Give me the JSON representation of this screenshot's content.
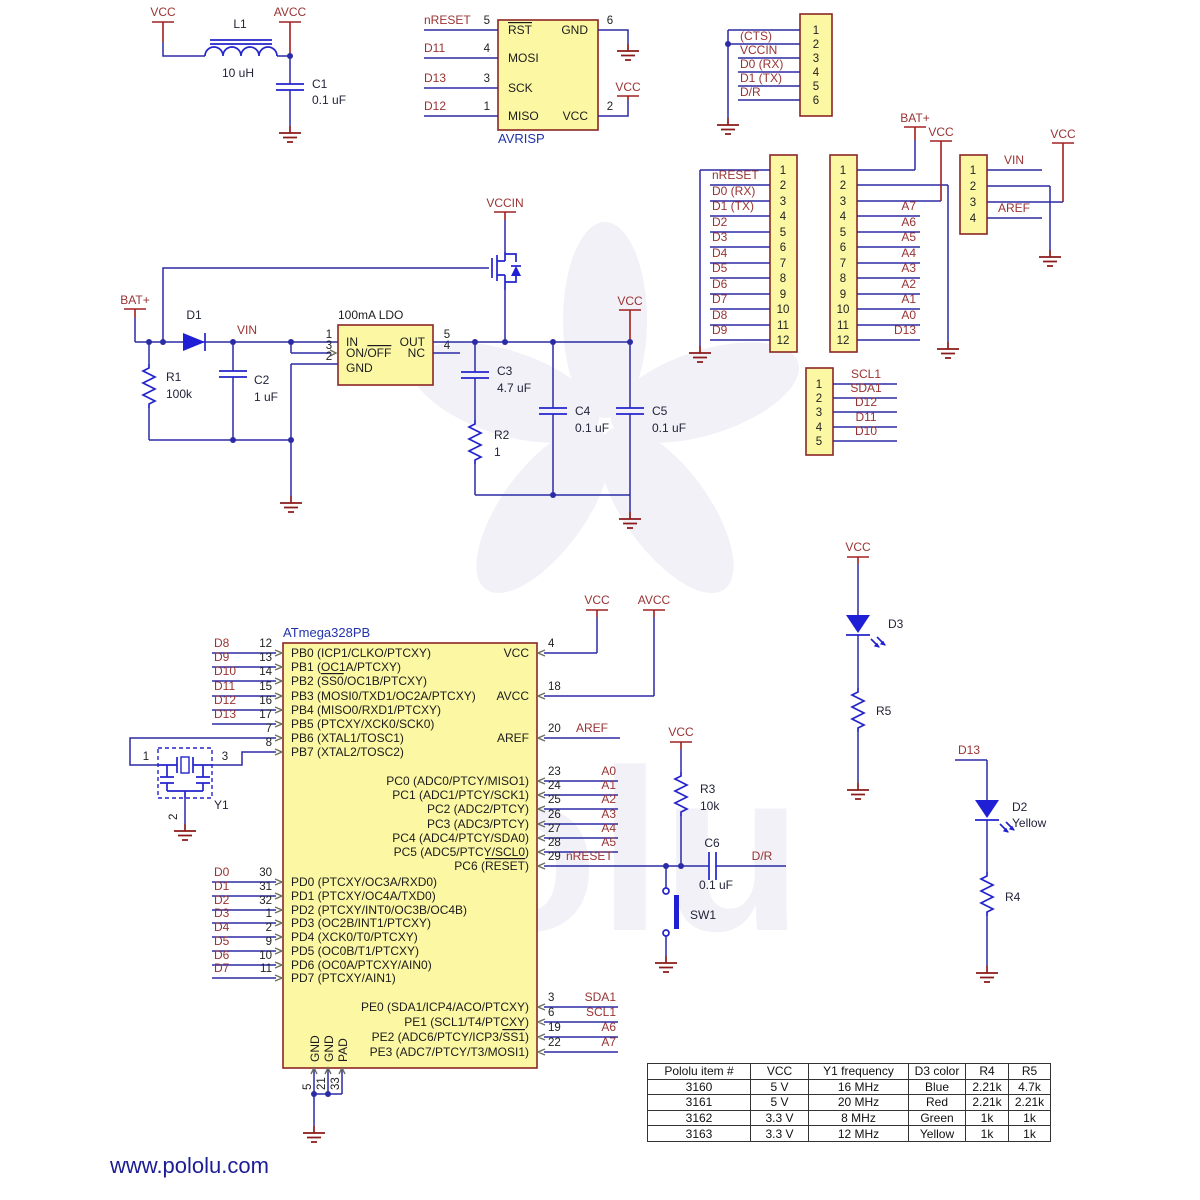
{
  "colors": {
    "wire": "#2b2ba6",
    "component": "#2424cc",
    "net_label": "#993333",
    "power_red": "#a02020",
    "box_fill": "#fbf7a3",
    "box_border": "#8b2525",
    "title_blue": "#2233aa",
    "footer_blue": "#1c1c94",
    "watermark": "#f1f1f7"
  },
  "watermark": {
    "text": "olu"
  },
  "footer": {
    "url": "www.pololu.com"
  },
  "lc_filter": {
    "vcc": "VCC",
    "avcc": "AVCC",
    "l1": "L1",
    "l1_value": "10 uH",
    "c1": "C1",
    "c1_value": "0.1 uF"
  },
  "avrisp": {
    "title": "AVRISP",
    "pins_left": [
      {
        "net": "nRESET",
        "num": "5",
        "name": "RST"
      },
      {
        "net": "D11",
        "num": "4",
        "name": "MOSI"
      },
      {
        "net": "D13",
        "num": "3",
        "name": "SCK"
      },
      {
        "net": "D12",
        "num": "1",
        "name": "MISO"
      }
    ],
    "gnd": {
      "num": "6",
      "name": "GND"
    },
    "vcc": {
      "num": "2",
      "name": "VCC",
      "supply": "VCC"
    }
  },
  "serial_header": {
    "pins": [
      "1",
      "2",
      "3",
      "4",
      "5",
      "6"
    ],
    "nets": [
      "(CTS)",
      "VCCIN",
      "D0 (RX)",
      "D1 (TX)",
      "D/R"
    ]
  },
  "digital_header": {
    "pins": [
      "1",
      "2",
      "3",
      "4",
      "5",
      "6",
      "7",
      "8",
      "9",
      "10",
      "11",
      "12"
    ],
    "nets": [
      "nRESET",
      "D0 (RX)",
      "D1 (TX)",
      "D2",
      "D3",
      "D4",
      "D5",
      "D6",
      "D7",
      "D8",
      "D9"
    ]
  },
  "analog_header": {
    "pins": [
      "1",
      "2",
      "3",
      "4",
      "5",
      "6",
      "7",
      "8",
      "9",
      "10",
      "11",
      "12"
    ],
    "supply_bat": "BAT+",
    "supply_vcc": "VCC",
    "nets": [
      "A7",
      "A6",
      "A5",
      "A4",
      "A3",
      "A2",
      "A1",
      "A0",
      "D13"
    ]
  },
  "power_header": {
    "pins": [
      "1",
      "2",
      "3",
      "4"
    ],
    "vin": "VIN",
    "aref": "AREF",
    "vcc": "VCC"
  },
  "i2c_header": {
    "pins": [
      "1",
      "2",
      "3",
      "4",
      "5"
    ],
    "nets": [
      "SCL1",
      "SDA1",
      "D12",
      "D11",
      "D10"
    ]
  },
  "power_input": {
    "bat": "BAT+",
    "d1": "D1",
    "vin": "VIN",
    "r1": "R1",
    "r1_value": "100k",
    "c2": "C2",
    "c2_value": "1 uF"
  },
  "regulator": {
    "title": "100mA LDO",
    "pin_in": "IN",
    "pin_onoff_pre": "ON/",
    "pin_onoff_ov": "OFF",
    "pin_gnd": "GND",
    "pin_out": "OUT",
    "pin_nc": "NC",
    "num_in": "1",
    "num_onoff": "3",
    "num_gnd": "2",
    "num_out": "5",
    "num_nc": "4"
  },
  "rail": {
    "vccin": "VCCIN",
    "vcc": "VCC",
    "c3": "C3",
    "c3_value": "4.7 uF",
    "r2": "R2",
    "r2_value": "1",
    "c4": "C4",
    "c4_value": "0.1 uF",
    "c5": "C5",
    "c5_value": "0.1 uF"
  },
  "mcu": {
    "title": "ATmega328PB",
    "pb": [
      {
        "net": "D8",
        "num": "12",
        "label": "PB0 (ICP1/CLKO/PTCXY)"
      },
      {
        "net": "D9",
        "num": "13",
        "label": "PB1 (OC1A/PTCXY)"
      },
      {
        "net": "D10",
        "num": "14",
        "pre": "PB2 (",
        "ov": "SS0",
        "post": "/OC1B/PTCXY)"
      },
      {
        "net": "D11",
        "num": "15",
        "label": "PB3 (MOSI0/TXD1/OC2A/PTCXY)"
      },
      {
        "net": "D12",
        "num": "16",
        "label": "PB4 (MISO0/RXD1/PTCXY)"
      },
      {
        "net": "D13",
        "num": "17",
        "label": "PB5 (PTCXY/XCK0/SCK0)"
      },
      {
        "num": "7",
        "label": "PB6 (XTAL1/TOSC1)"
      },
      {
        "num": "8",
        "label": "PB7 (XTAL2/TOSC2)"
      }
    ],
    "power_pins": {
      "vcc_num": "4",
      "vcc": "VCC",
      "vcc_supply": "VCC",
      "avcc_num": "18",
      "avcc": "AVCC",
      "avcc_supply": "AVCC",
      "aref_num": "20",
      "aref": "AREF",
      "aref_net": "AREF"
    },
    "pc": [
      {
        "label": "PC0 (ADC0/PTCY/MISO1)",
        "num": "23",
        "net": "A0"
      },
      {
        "label": "PC1 (ADC1/PTCY/SCK1)",
        "num": "24",
        "net": "A1"
      },
      {
        "label": "PC2 (ADC2/PTCY)",
        "num": "25",
        "net": "A2"
      },
      {
        "label": "PC3 (ADC3/PTCY)",
        "num": "26",
        "net": "A3"
      },
      {
        "label": "PC4 (ADC4/PTCY/SDA0)",
        "num": "27",
        "net": "A4"
      },
      {
        "label": "PC5 (ADC5/PTCY/SCL0)",
        "num": "28",
        "net": "A5"
      },
      {
        "pre": "PC6 (",
        "ov": "RESET",
        "post": ")",
        "num": "29",
        "net": "nRESET"
      }
    ],
    "pd": [
      {
        "net": "D0",
        "num": "30",
        "label": "PD0 (PTCXY/OC3A/RXD0)"
      },
      {
        "net": "D1",
        "num": "31",
        "label": "PD1 (PTCXY/OC4A/TXD0)"
      },
      {
        "net": "D2",
        "num": "32",
        "label": "PD2 (PTCXY/INT0/OC3B/OC4B)"
      },
      {
        "net": "D3",
        "num": "1",
        "label": "PD3 (OC2B/INT1/PTCXY)"
      },
      {
        "net": "D4",
        "num": "2",
        "label": "PD4 (XCK0/T0/PTCXY)"
      },
      {
        "net": "D5",
        "num": "9",
        "label": "PD5 (OC0B/T1/PTCXY)"
      },
      {
        "net": "D6",
        "num": "10",
        "label": "PD6 (OC0A/PTCXY/AIN0)"
      },
      {
        "net": "D7",
        "num": "11",
        "label": "PD7 (PTCXY/AIN1)"
      }
    ],
    "pe": [
      {
        "label": "PE0 (SDA1/ICP4/ACO/PTCXY)",
        "num": "3",
        "net": "SDA1"
      },
      {
        "label": "PE1 (SCL1/T4/PTCXY)",
        "num": "6",
        "net": "SCL1"
      },
      {
        "pre": "PE2 (ADC6/PTCY/ICP3/",
        "ov": "SS1",
        "post": ")",
        "num": "19",
        "net": "A6"
      },
      {
        "label": "PE3 (ADC7/PTCY/T3/MOSI1)",
        "num": "22",
        "net": "A7"
      }
    ],
    "bottom": {
      "labels": [
        "GND",
        "GND",
        "PAD"
      ],
      "nums": [
        "5",
        "21",
        "33"
      ]
    },
    "crystal": {
      "ref": "Y1",
      "pin1": "1",
      "pin3": "3",
      "pin2": "2"
    }
  },
  "reset_circuit": {
    "vcc": "VCC",
    "r3": "R3",
    "r3_value": "10k",
    "c6": "C6",
    "c6_value": "0.1 uF",
    "dr": "D/R",
    "sw": "SW1"
  },
  "led_circuits": {
    "vcc": "VCC",
    "d3": "D3",
    "r5": "R5",
    "d13": "D13",
    "d2": "D2",
    "d2_value": "Yellow",
    "r4": "R4"
  },
  "table": {
    "headers": [
      "Pololu item #",
      "VCC",
      "Y1 frequency",
      "D3 color",
      "R4",
      "R5"
    ],
    "rows": [
      [
        "3160",
        "5 V",
        "16 MHz",
        "Blue",
        "2.21k",
        "4.7k"
      ],
      [
        "3161",
        "5 V",
        "20 MHz",
        "Red",
        "2.21k",
        "2.21k"
      ],
      [
        "3162",
        "3.3 V",
        "8 MHz",
        "Green",
        "1k",
        "1k"
      ],
      [
        "3163",
        "3.3 V",
        "12 MHz",
        "Yellow",
        "1k",
        "1k"
      ]
    ]
  }
}
